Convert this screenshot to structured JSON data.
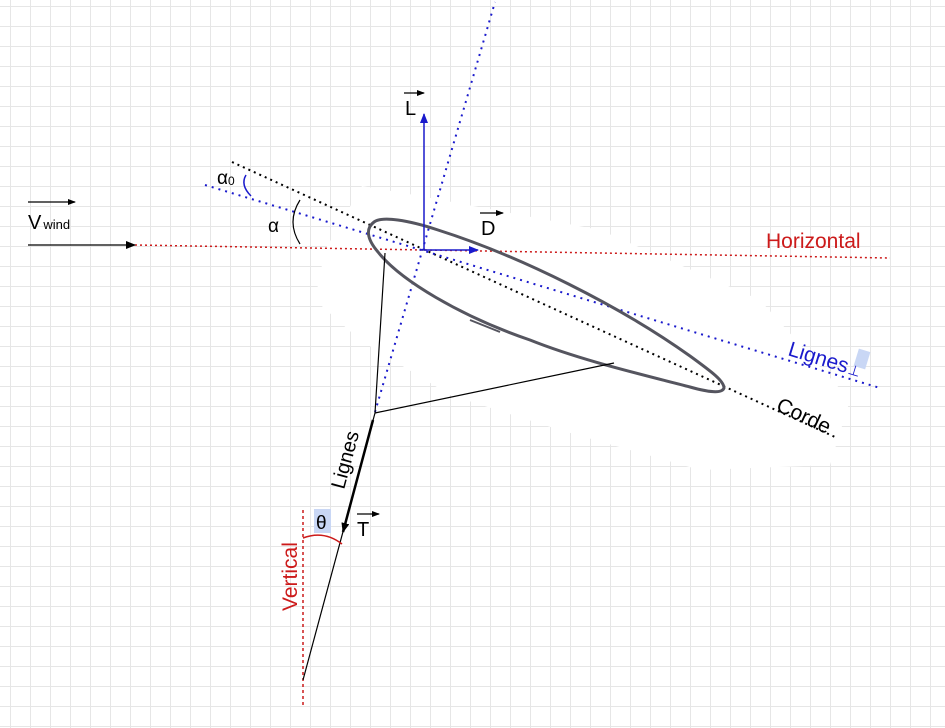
{
  "labels": {
    "wind": "V",
    "wind_sub": "wind",
    "alpha0": "α",
    "alpha0_sub": "0",
    "alpha": "α",
    "lift": "L",
    "drag": "D",
    "horizontal": "Horizontal",
    "lignes_perp": "Lignes",
    "lignes_perp_sym": "⊥",
    "corde": "Corde",
    "lignes": "Lignes",
    "tension": "T",
    "theta": "θ",
    "vertical": "Vertical"
  },
  "colors": {
    "red": "#cc1a1a",
    "blue": "#1a1acc",
    "black": "#000000",
    "profile": "#55555f",
    "highlight": "#c9d7f5"
  }
}
